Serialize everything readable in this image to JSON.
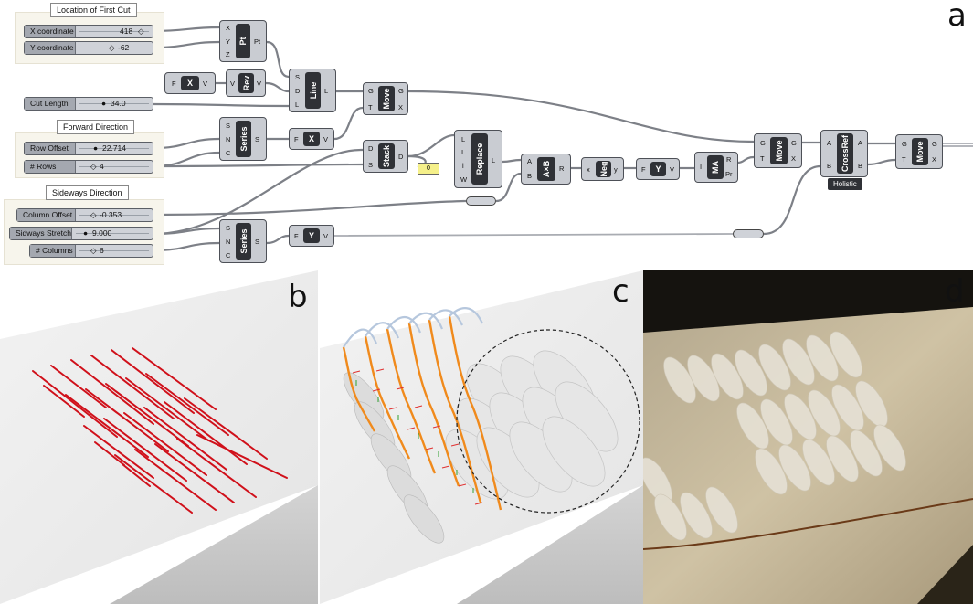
{
  "panel_letters": [
    "a",
    "b",
    "c",
    "d"
  ],
  "groups": {
    "first_cut": "Location of First Cut",
    "forward": "Forward Direction",
    "sideways": "Sideways Direction"
  },
  "sliders": {
    "x_coord": {
      "label": "X coordinate",
      "value": "418"
    },
    "y_coord": {
      "label": "Y coordinate",
      "value": "-62"
    },
    "cut_length": {
      "label": "Cut Length",
      "value": "34.0"
    },
    "row_offset": {
      "label": "Row Offset",
      "value": "22.714"
    },
    "rows": {
      "label": "# Rows",
      "value": "4"
    },
    "col_offset": {
      "label": "Column Offset",
      "value": "-0.353"
    },
    "sideways_stretch": {
      "label": "Sidways Stretch",
      "value": "9.000"
    },
    "columns": {
      "label": "# Columns",
      "value": "6"
    }
  },
  "components": {
    "pt": {
      "name": "Pt",
      "inputs": [
        "X",
        "Y",
        "Z"
      ],
      "outputs": [
        "Pt"
      ]
    },
    "neg_x": {
      "name": "X",
      "inputs": [
        "F"
      ],
      "outputs": [
        "V"
      ]
    },
    "rev": {
      "name": "Rev",
      "inputs": [
        "V"
      ],
      "outputs": [
        "V"
      ]
    },
    "line": {
      "name": "Line",
      "inputs": [
        "S",
        "D",
        "L"
      ],
      "outputs": [
        "L"
      ]
    },
    "move1": {
      "name": "Move",
      "inputs": [
        "G",
        "T"
      ],
      "outputs": [
        "G",
        "X"
      ]
    },
    "series1": {
      "name": "Series",
      "inputs": [
        "S",
        "N",
        "C"
      ],
      "outputs": [
        "S"
      ]
    },
    "x2": {
      "name": "X",
      "inputs": [
        "F"
      ],
      "outputs": [
        "V"
      ]
    },
    "stack": {
      "name": "Stack",
      "inputs": [
        "D",
        "S"
      ],
      "outputs": [
        "D"
      ]
    },
    "replace": {
      "name": "Replace",
      "inputs": [
        "L",
        "I",
        "i",
        "W"
      ],
      "outputs": [
        "L"
      ]
    },
    "axb": {
      "name": "A×B",
      "inputs": [
        "A",
        "B"
      ],
      "outputs": [
        "R"
      ]
    },
    "neg": {
      "name": "Neg",
      "inputs": [
        "x"
      ],
      "outputs": [
        "y"
      ]
    },
    "y1": {
      "name": "Y",
      "inputs": [
        "F"
      ],
      "outputs": [
        "V"
      ]
    },
    "ma": {
      "name": "MA",
      "inputs": [
        "I"
      ],
      "outputs": [
        "R",
        "Pr"
      ]
    },
    "move2": {
      "name": "Move",
      "inputs": [
        "G",
        "T"
      ],
      "outputs": [
        "G",
        "X"
      ]
    },
    "crossref": {
      "name": "CrossRef",
      "inputs": [
        "A",
        "B"
      ],
      "outputs": [
        "A",
        "B"
      ],
      "badge": "Holistic"
    },
    "move3": {
      "name": "Move",
      "inputs": [
        "G",
        "T"
      ],
      "outputs": [
        "G",
        "X"
      ]
    },
    "series2": {
      "name": "Series",
      "inputs": [
        "S",
        "N",
        "C"
      ],
      "outputs": [
        "S"
      ]
    },
    "y2": {
      "name": "Y",
      "inputs": [
        "F"
      ],
      "outputs": [
        "V"
      ]
    }
  },
  "yellow_value": "0",
  "colors": {
    "cut_red": "#d0101a",
    "toolpath_orange": "#f08a1c",
    "canvas_bg": "#ffffff"
  }
}
